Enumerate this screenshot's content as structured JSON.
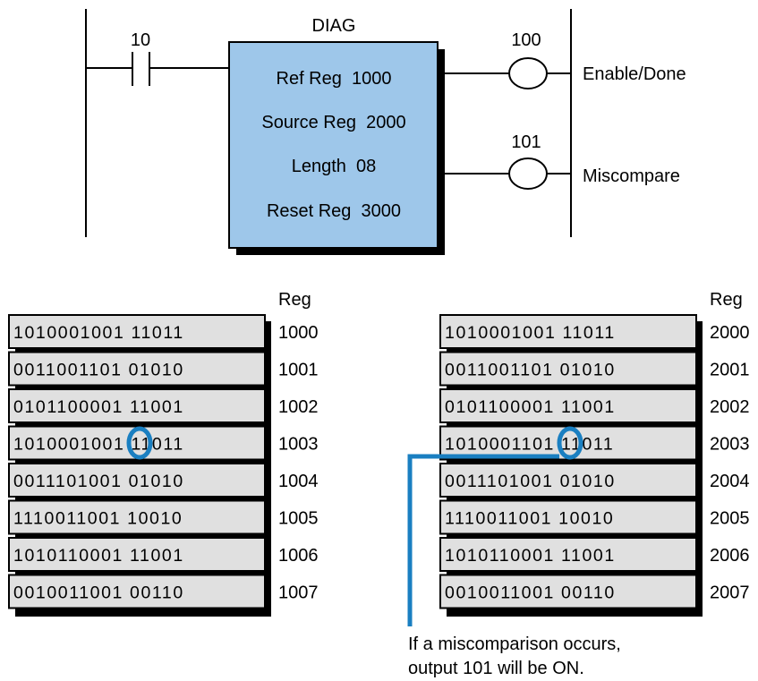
{
  "ladder": {
    "contact_label": "10",
    "block_title": "DIAG",
    "block_lines": [
      "Ref Reg  1000",
      "Source Reg  2000",
      "Length  08",
      "Reset Reg  3000"
    ],
    "coil_enable_number": "100",
    "coil_enable_label": "Enable/Done",
    "coil_miscompare_number": "101",
    "coil_miscompare_label": "Miscompare"
  },
  "ref_table": {
    "header": "Reg",
    "rows": [
      {
        "bits": "1010001001 11011",
        "reg": "1000"
      },
      {
        "bits": "0011001101 01010",
        "reg": "1001"
      },
      {
        "bits": "0101100001 11001",
        "reg": "1002"
      },
      {
        "bits": "1010001001 11011",
        "reg": "1003"
      },
      {
        "bits": "0011101001 01010",
        "reg": "1004"
      },
      {
        "bits": "1110011001 10010",
        "reg": "1005"
      },
      {
        "bits": "1010110001 11001",
        "reg": "1006"
      },
      {
        "bits": "0010011001 00110",
        "reg": "1007"
      }
    ]
  },
  "source_table": {
    "header": "Reg",
    "rows": [
      {
        "bits": "1010001001 11011",
        "reg": "2000"
      },
      {
        "bits": "0011001101 01010",
        "reg": "2001"
      },
      {
        "bits": "0101100001 11001",
        "reg": "2002"
      },
      {
        "bits": "1010001101 11011",
        "reg": "2003"
      },
      {
        "bits": "0011101001 01010",
        "reg": "2004"
      },
      {
        "bits": "1110011001 10010",
        "reg": "2005"
      },
      {
        "bits": "1010110001 11001",
        "reg": "2006"
      },
      {
        "bits": "0010011001 00110",
        "reg": "2007"
      }
    ]
  },
  "note": {
    "line1": "If a miscomparison occurs,",
    "line2": "output 101 will be ON."
  },
  "colors": {
    "block_fill": "#9ec7ea",
    "row_fill": "#e0e0e0",
    "highlight": "#1a7fc1"
  }
}
